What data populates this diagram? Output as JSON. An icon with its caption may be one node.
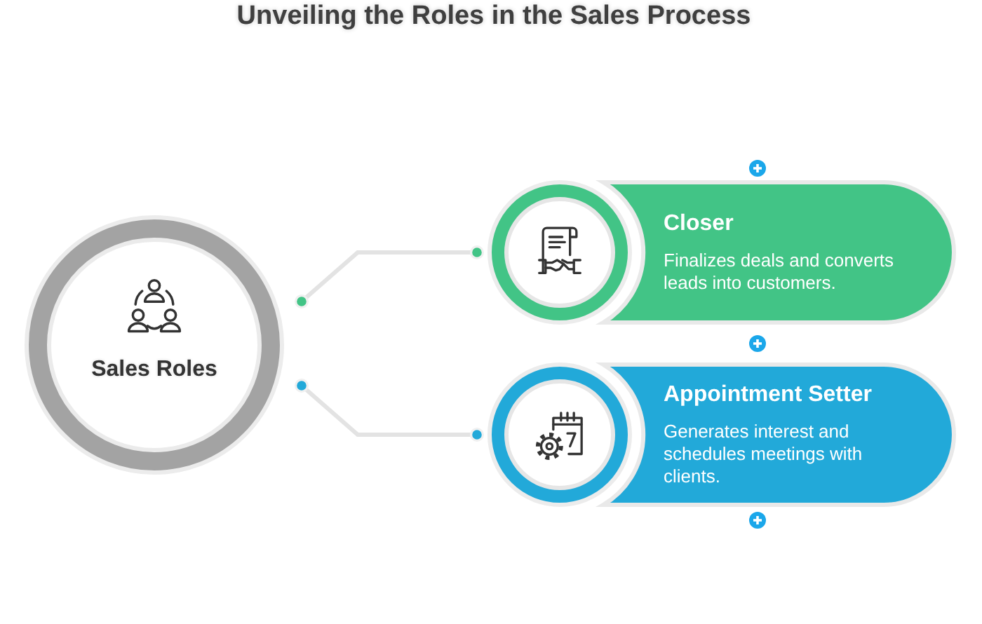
{
  "diagram": {
    "title": "Unveiling the Roles in the Sales Process",
    "nodes": [
      {
        "text": [
          "Sales Roles"
        ]
      },
      {
        "text": [
          "Closer",
          "Finalizes deals and converts leads into customers."
        ]
      },
      {
        "text": [
          "Appointment Setter",
          "Generates interest and schedules meetings with clients."
        ]
      }
    ],
    "edges": [
      {
        "from": 0,
        "to": 1,
        "arrow": "other"
      },
      {
        "from": 0,
        "to": 2,
        "arrow": "other"
      }
    ]
  }
}
